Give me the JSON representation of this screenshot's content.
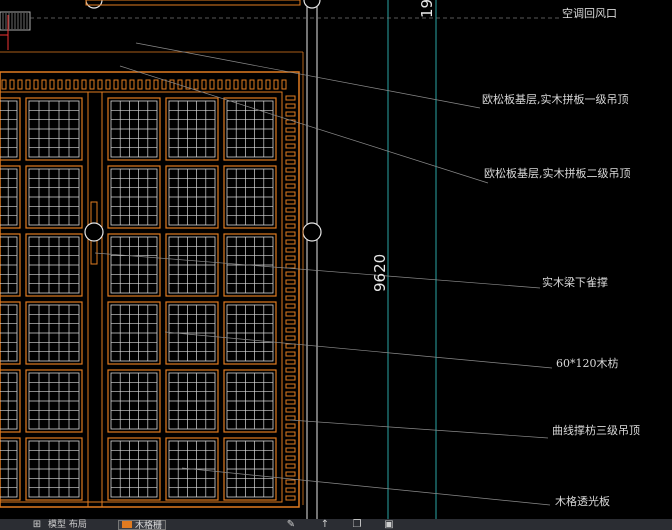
{
  "drawing": {
    "dimension_text": "9620",
    "top_dimension_text": "19",
    "annotations": [
      {
        "id": "ac-return-vent",
        "text": "空调回风口"
      },
      {
        "id": "ceiling-level-1",
        "text": "欧松板基层,实木拼板一级吊顶"
      },
      {
        "id": "ceiling-level-2",
        "text": "欧松板基层,实木拼板二级吊顶"
      },
      {
        "id": "beam-bracing",
        "text": "实木梁下雀撑"
      },
      {
        "id": "timber-section",
        "text": "60*120木枋"
      },
      {
        "id": "curved-ceiling",
        "text": "曲线撑枋三级吊顶"
      },
      {
        "id": "lattice-panel",
        "text": "木格透光板"
      }
    ],
    "colors": {
      "background": "#000000",
      "frame_orange": "#e07b20",
      "grid_white": "#d8d8d8",
      "cyan_line": "#2aa3a3",
      "leader_gray": "#8a8a8a"
    }
  },
  "statusbar": {
    "left_text": "模型 布局",
    "tab_label": "木格栅"
  }
}
